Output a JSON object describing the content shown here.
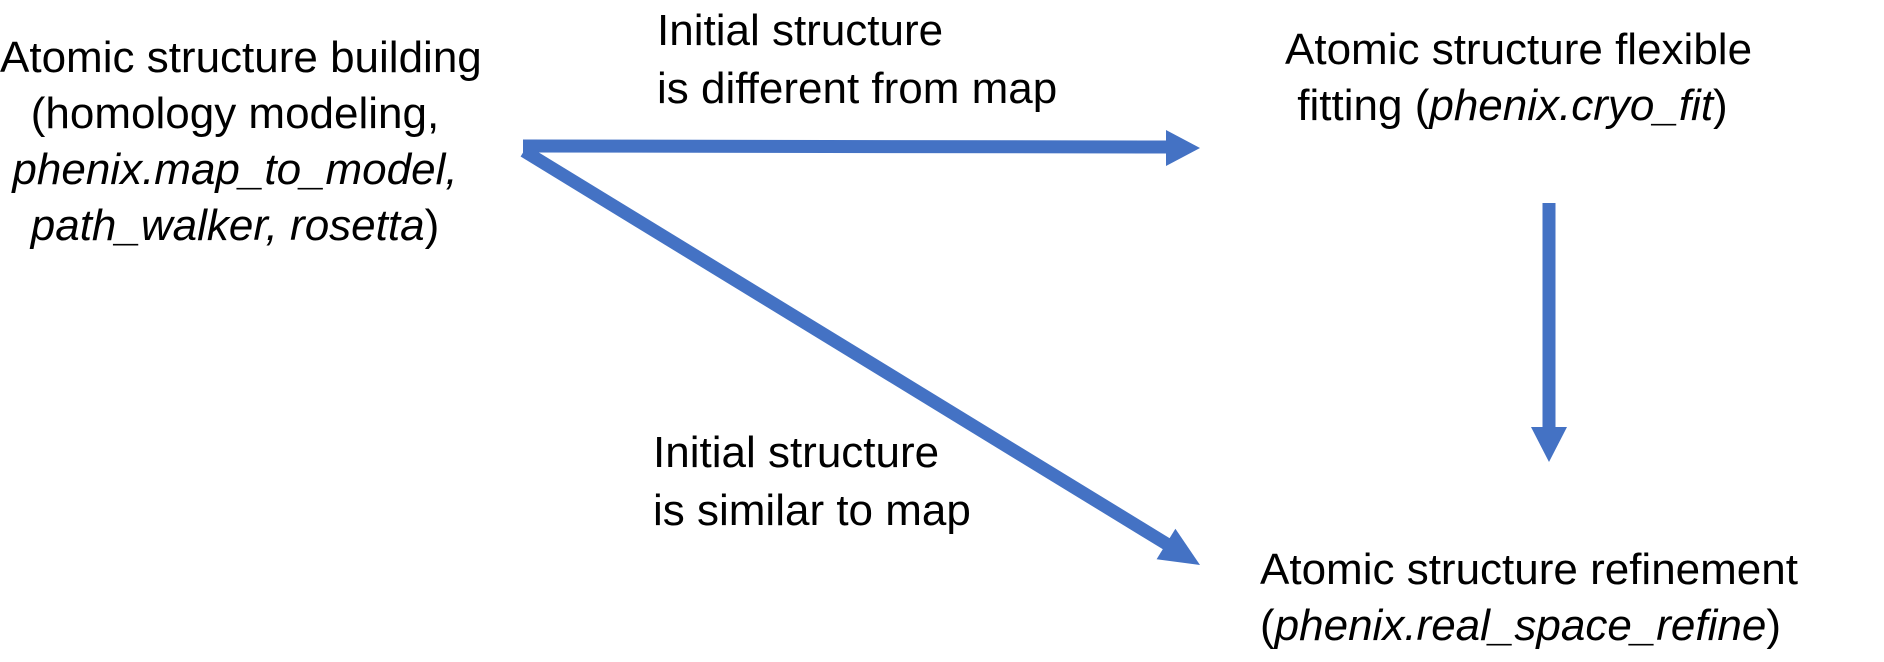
{
  "colors": {
    "background": "#ffffff",
    "text": "#000000",
    "arrow": "#4472C4"
  },
  "nodes": {
    "building": {
      "line1": "Atomic structure building",
      "line2": "(homology modeling,",
      "line3_italic": "phenix.map_to_model,",
      "line4_italic": "path_walker, rosetta",
      "line4_suffix": ")"
    },
    "flexible_fitting": {
      "line1": "Atomic structure flexible",
      "line2_prefix": "fitting (",
      "line2_italic": "phenix.cryo_fit",
      "line2_suffix": ")"
    },
    "refinement": {
      "line1": "Atomic structure refinement",
      "line2_prefix": "(",
      "line2_italic": "phenix.real_space_refine",
      "line2_suffix": ")"
    }
  },
  "edge_labels": {
    "different": {
      "line1": "Initial structure",
      "line2": "is different from map"
    },
    "similar": {
      "line1": "Initial structure",
      "line2": "is similar to map"
    }
  }
}
